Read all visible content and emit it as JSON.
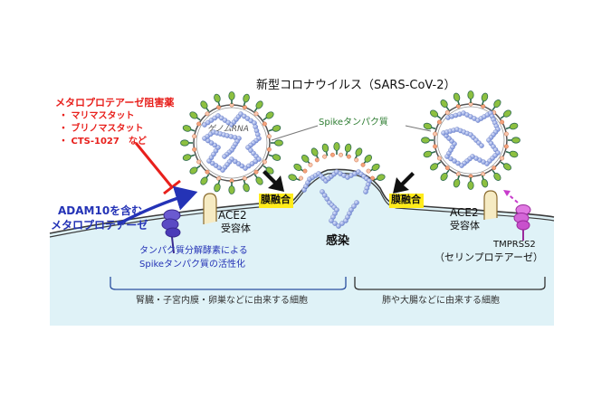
{
  "title": "新型コロナウイルス（SARS-CoV-2）",
  "inhibitor": {
    "heading": "メタロプロテアーゼ阻害薬",
    "items": [
      "・ マリマスタット",
      "・ ブリノマスタット",
      "・ CTS-1027　など"
    ]
  },
  "adam10": {
    "line1": "ADAM10を含む",
    "line2": "メタロプロテアーゼ"
  },
  "spike_label": "Spikeタンパク質",
  "genome_label": "ゲノムRNA",
  "fusion_label": "膜融合",
  "ace2": {
    "name": "ACE2",
    "receptor": "受容体"
  },
  "infection": "感染",
  "tmprss2": {
    "name": "TMPRSS2",
    "desc": "（セリンプロテアーゼ）"
  },
  "activation": {
    "line1": "タンパク質分解酵素による",
    "line2": "Spikeタンパク質の活性化"
  },
  "left_cells": "腎臓・子宮内膜・卵巣などに由来する細胞",
  "right_cells": "肺や大腸などに由来する細胞",
  "colors": {
    "red": "#e8201c",
    "blue": "#2433b6",
    "magenta": "#c83ccc",
    "cell": "#dff2f7",
    "spike_green": "#8dc040",
    "rna": "#6e86d4",
    "yellow": "#ffeb1a"
  }
}
